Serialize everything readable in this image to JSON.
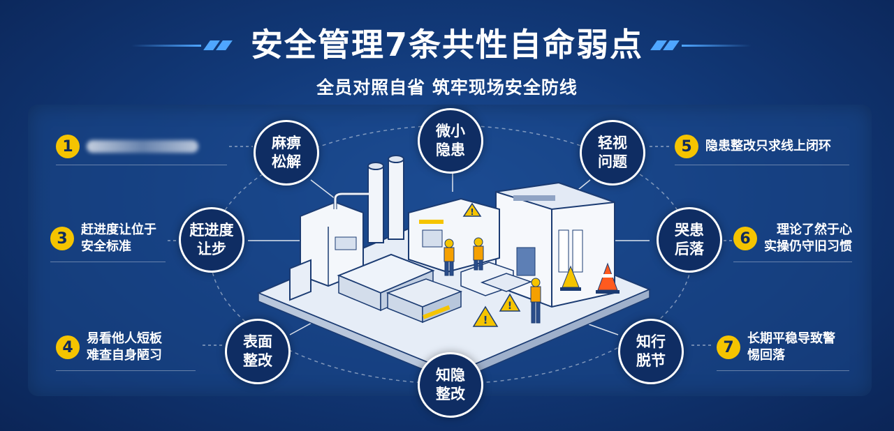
{
  "title": "安全管理7条共性自命弱点",
  "subtitle": "全员对照自省 筑牢现场安全防线",
  "nodes": [
    {
      "id": "n1",
      "label": "麻痹\n松解"
    },
    {
      "id": "n2",
      "label": "微小\n隐患"
    },
    {
      "id": "n3",
      "label": "轻视\n问题"
    },
    {
      "id": "n4",
      "label": "赶进度\n让步"
    },
    {
      "id": "n5",
      "label": "哭患\n后落"
    },
    {
      "id": "n6",
      "label": "表面\n整改"
    },
    {
      "id": "n7",
      "label": "知隐\n整改"
    },
    {
      "id": "n8",
      "label": "知行\n脱节"
    }
  ],
  "items": [
    {
      "num": "1",
      "text": ""
    },
    {
      "num": "3",
      "text": "赶进度让位于\n安全标准"
    },
    {
      "num": "4",
      "text": "易看他人短板\n难查自身陋习"
    },
    {
      "num": "5",
      "text": "隐患整改只求线上闭环"
    },
    {
      "num": "6",
      "text": "理论了然于心\n实操仍守旧习惯"
    },
    {
      "num": "7",
      "text": "长期平稳导致警\n惕回落"
    }
  ],
  "colors": {
    "badge": "#f5c400",
    "panel": "#1c488c",
    "accent": "#4fa6ff",
    "warning": "#f5c400",
    "cone": "#ff5a1f"
  }
}
